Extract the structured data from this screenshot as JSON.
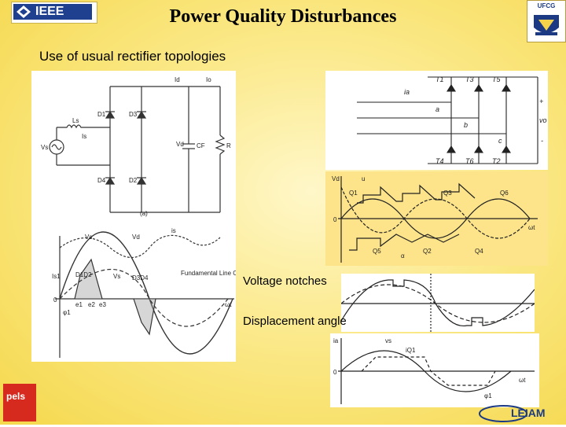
{
  "slide": {
    "title": "Power Quality Disturbances",
    "subtitle": "Use of usual rectifier topologies"
  },
  "logos": {
    "top_left": "IEEE",
    "top_right": "UFCG",
    "bottom_left": "pels",
    "bottom_right": "LEIAM"
  },
  "figures": {
    "circuit": {
      "caption": "(a)",
      "labels": {
        "vs": "Vs",
        "ls": "Ls",
        "is": "Is",
        "id": "Id",
        "io": "Io",
        "vd": "Vd",
        "cf": "CF",
        "r": "R",
        "d1": "D1",
        "d2": "D2",
        "d3": "D3",
        "d4": "D4"
      }
    },
    "waveform_left": {
      "labels": {
        "vs": "Vs",
        "vd": "Vd",
        "is": "is",
        "is1": "Is1",
        "d1d2": "D1D2",
        "d3d4": "D3D4",
        "vs2": "Vs",
        "e1": "e1",
        "e2": "e2",
        "e3": "e3",
        "zero": "0",
        "phi1": "φ1",
        "fund": "Fundamental Line Current",
        "wt": "ωt"
      }
    },
    "three_phase": {
      "labels": {
        "t1": "T1",
        "t3": "T3",
        "t5": "T5",
        "t4": "T4",
        "t6": "T6",
        "t2": "T2",
        "ia": "ia",
        "a": "a",
        "b": "b",
        "c": "c",
        "vo": "vo",
        "plus": "+",
        "minus": "-"
      }
    },
    "waves": {
      "labels": {
        "vd": "Vd",
        "u": "u",
        "q1": "Q1",
        "q3": "Q3",
        "q5": "Q5",
        "q2": "Q2",
        "q4": "Q4",
        "q6": "Q6",
        "zero": "0",
        "wt": "ωt",
        "alpha": "α"
      }
    },
    "notches_label": "Voltage notches",
    "displacement_label": "Displacement angle",
    "disp_labels": {
      "ia": "ia",
      "vs": "vs",
      "iq1": "iQ1",
      "zero": "0",
      "wt": "ωt",
      "phi": "φ1"
    }
  }
}
